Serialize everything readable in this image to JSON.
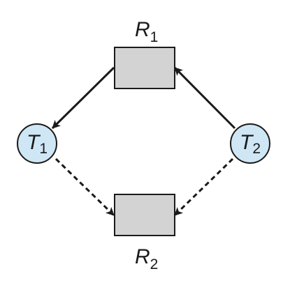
{
  "resources": [
    {
      "id": "R1",
      "name": "R",
      "sub": "1"
    },
    {
      "id": "R2",
      "name": "R",
      "sub": "2"
    }
  ],
  "threads": [
    {
      "id": "T1",
      "name": "T",
      "sub": "1"
    },
    {
      "id": "T2",
      "name": "T",
      "sub": "2"
    }
  ],
  "edges": [
    {
      "from": "R1",
      "to": "T1",
      "kind": "assignment",
      "style": "solid"
    },
    {
      "from": "T2",
      "to": "R1",
      "kind": "request",
      "style": "solid"
    },
    {
      "from": "T1",
      "to": "R2",
      "kind": "claim",
      "style": "dashed"
    },
    {
      "from": "T2",
      "to": "R2",
      "kind": "claim",
      "style": "dashed"
    }
  ],
  "colors": {
    "resource_fill": "#d3d3d3",
    "thread_fill": "#cfe6f5",
    "stroke": "#1a1a1a"
  }
}
